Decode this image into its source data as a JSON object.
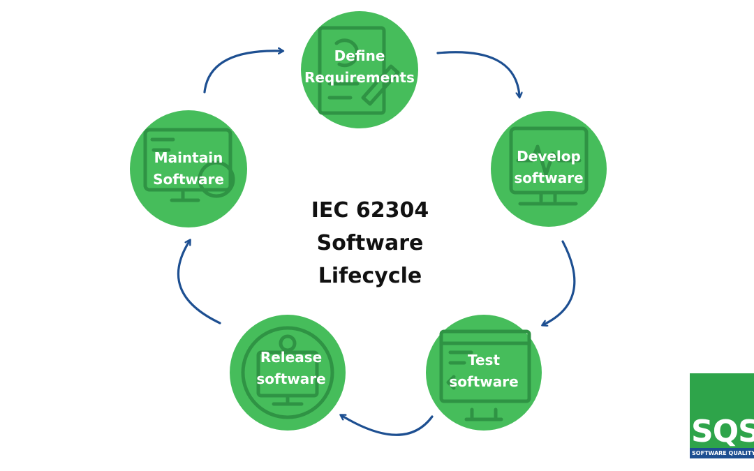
{
  "title": {
    "line1": "IEC 62304",
    "line2": "Software",
    "line3": "Lifecycle"
  },
  "colors": {
    "node": "#46bd5b",
    "node_line": "#2f9344",
    "arrow": "#1d4f91",
    "title": "#111111",
    "logo_green": "#2ea44a",
    "logo_bar": "#1d4f91"
  },
  "stages": [
    {
      "line1": "Define",
      "line2": "Requirements",
      "icon": "document-pencil-icon"
    },
    {
      "line1": "Develop",
      "line2": "software",
      "icon": "monitor-heartbeat-icon"
    },
    {
      "line1": "Test",
      "line2": "software",
      "icon": "code-window-icon"
    },
    {
      "line1": "Release",
      "line2": "software",
      "icon": "monitor-gear-icon"
    },
    {
      "line1": "Maintain",
      "line2": "Software",
      "icon": "monitor-wrench-icon"
    }
  ],
  "logo": {
    "letters": "SQS",
    "tagline": "SOFTWARE QUALITY S"
  }
}
